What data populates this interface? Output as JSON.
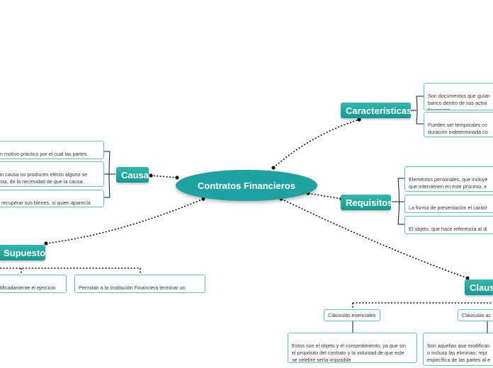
{
  "central": {
    "label": "Contratos Financieros"
  },
  "topics": {
    "caracteristicas": "Características",
    "causa": "Causa",
    "requisitos": "Requisitos",
    "supuestos": "Supuestos",
    "clausulas": "Clausulas"
  },
  "caracteristicas_items": [
    "Son documentos que guían\nbanco dentro de sus activi\nfinanciera",
    "Pueden  ser temporales co\nduración indeterminada co\napertura de una cuenta de"
  ],
  "causa_items": [
    "un motivo práctico por el cual las partes\nn determinado contrato",
    "sin causa no producen efecto alguno se\nesta, de la necesidad de que la causa\nl momento de la celebración del contrato",
    "a recuperar sus bienes, si quien aparecía\nrador, se negara a devolvérselo"
  ],
  "requisitos_items": [
    "Elementos personales, que incluye\nque intervienen  en este proceso, e\nentidad de crédito y al cliente",
    "La forma de presentación el caráct\ntodos es que deben ser válidos, leg",
    "El objeto, que hace referencia al di\nbeneficio que se obtiene en acuerd"
  ],
  "supuestos_items": [
    "stificadamente el ejercicio\nchos del usuario",
    "Permitan a la Institución Financiera terminar un\nContrato de Adhesión sin notificación previa"
  ],
  "clausulas_subtopics": [
    "Cláusulas esenciales",
    "Cláusulas ac"
  ],
  "clausulas_items": [
    "Estos son el objeto y el consentimiento, ya que sin\nel propósito del contrato y la voluntad de que este\nse celebre sería imposible",
    "Son aquellas que modifican\no incluso las eliminan; repr\nespecífica de las partes al e\nreglas para el cumplimiento"
  ],
  "colors": {
    "accent": "#1fa2a2",
    "topic": "#1b9f99",
    "leaf_border": "#5ec4c0"
  }
}
